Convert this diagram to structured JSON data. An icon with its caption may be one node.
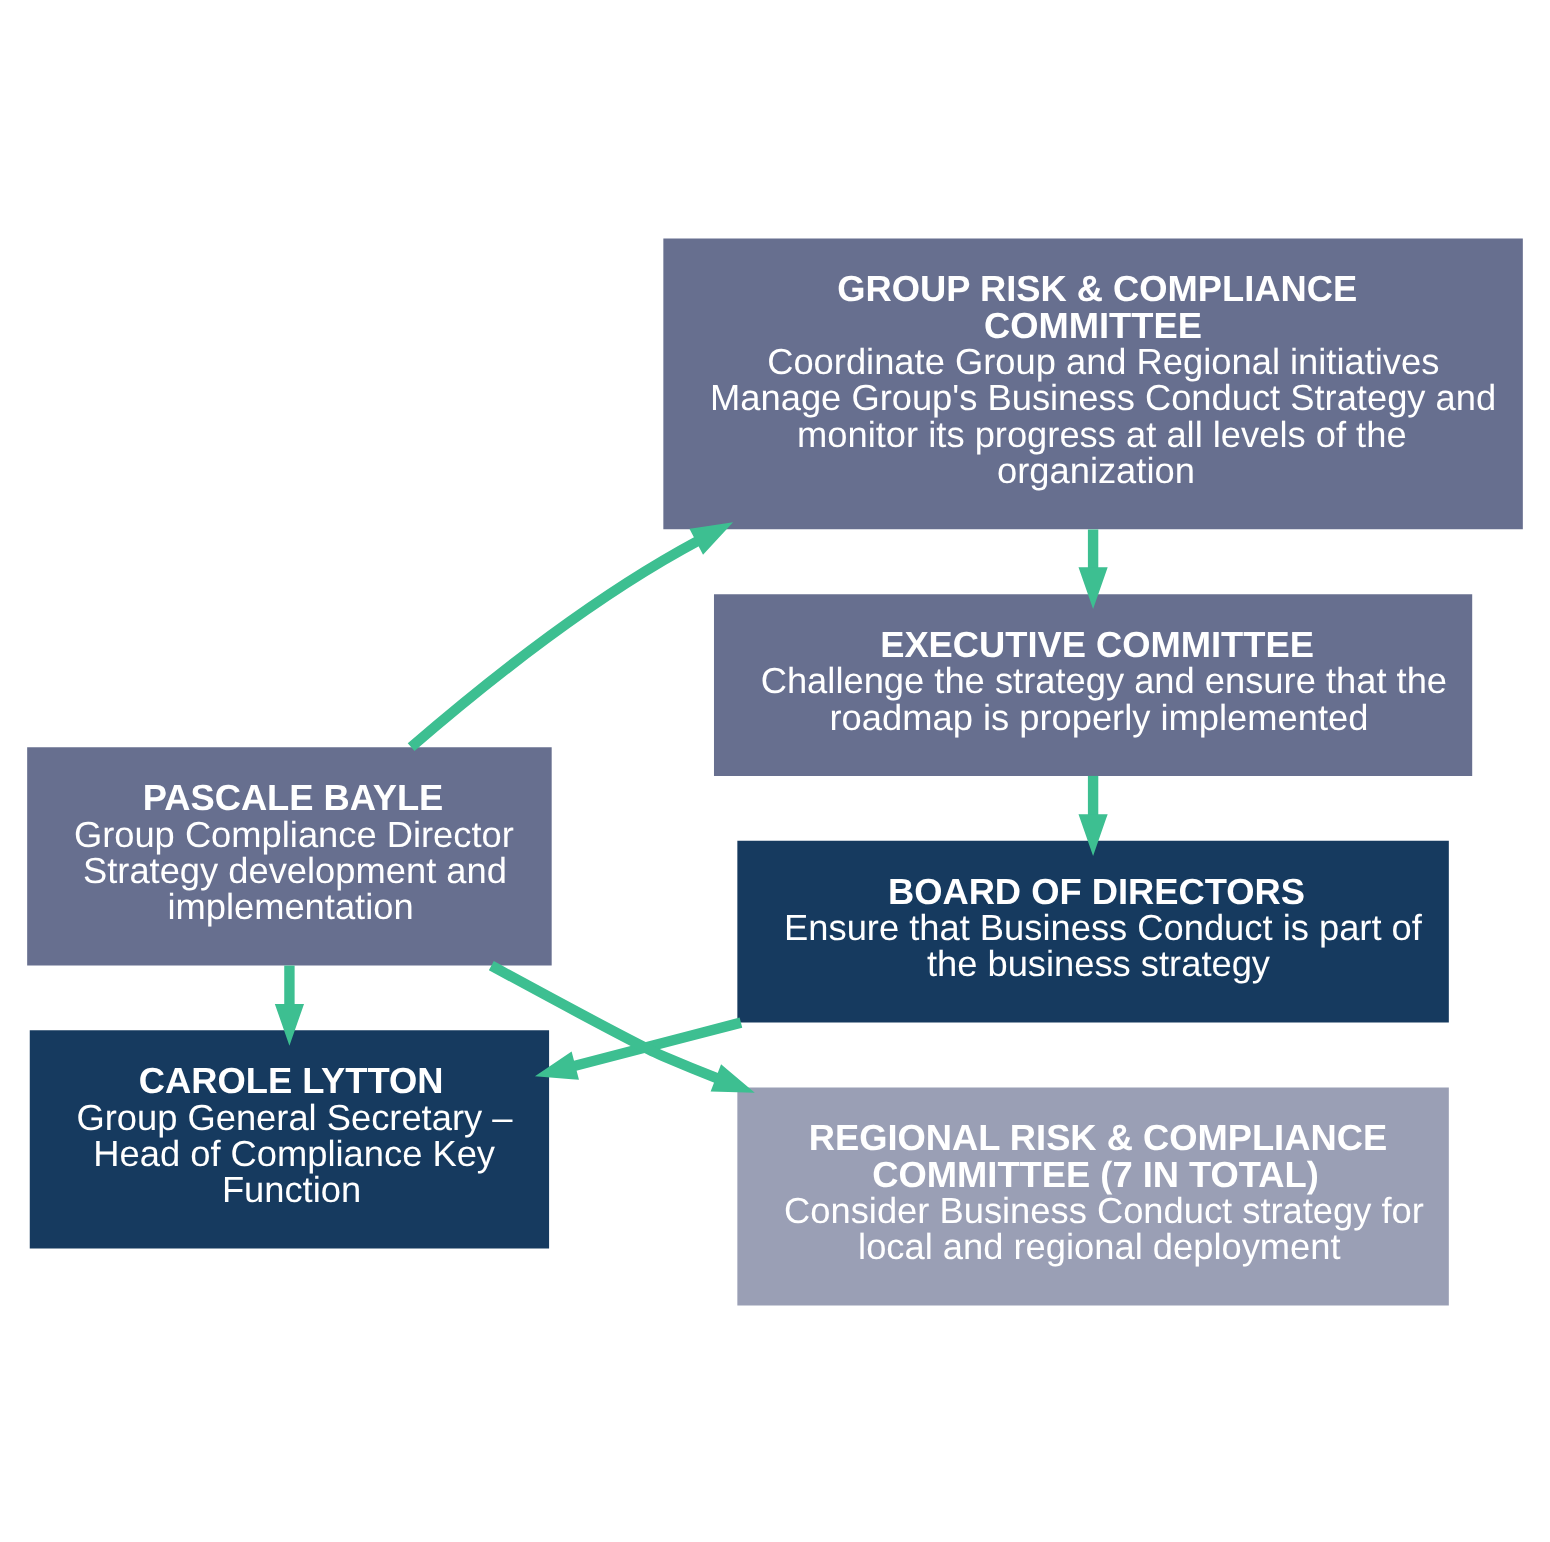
{
  "diagram": {
    "nodes": [
      {
        "text": [
          "BOARD OF DIRECTORS",
          "Ensure that Business Conduct is part of the business strategy"
        ]
      },
      {
        "text": [
          "CAROLE LYTTON",
          "Group General Secretary – Head of Compliance Key Function"
        ]
      },
      {
        "text": [
          "EXECUTIVE COMMITTEE",
          "Challenge the strategy and ensure that the roadmap is properly implemented"
        ]
      },
      {
        "text": [
          "PASCALE BAYLE",
          "Group Compliance Director",
          "Strategy development and implementation"
        ]
      },
      {
        "text": [
          "GROUP RISK & COMPLIANCE COMMITTEE",
          "Coordinate Group and Regional initiatives",
          "Manage Group's Business Conduct Strategy and monitor its progress at all levels of the organization"
        ]
      },
      {
        "text": [
          "REGIONAL RISK & COMPLIANCE COMMITTEE (7 IN TOTAL)",
          "Consider Business Conduct strategy for local and regional deployment"
        ]
      }
    ],
    "edges": [
      {
        "from": 0,
        "to": 1,
        "arrow": "to",
        "color": "#3dbf91"
      },
      {
        "from": 2,
        "to": 0,
        "arrow": "to",
        "color": "#3dbf91"
      },
      {
        "from": 3,
        "to": 1,
        "arrow": "to",
        "color": "#3dbf91"
      },
      {
        "from": 3,
        "to": 4,
        "arrow": "to",
        "color": "#3dbf91"
      },
      {
        "from": 4,
        "to": 2,
        "arrow": "to",
        "color": "#3dbf91"
      },
      {
        "from": 3,
        "to": 5,
        "arrow": "to",
        "color": "#3dbf91"
      }
    ]
  }
}
